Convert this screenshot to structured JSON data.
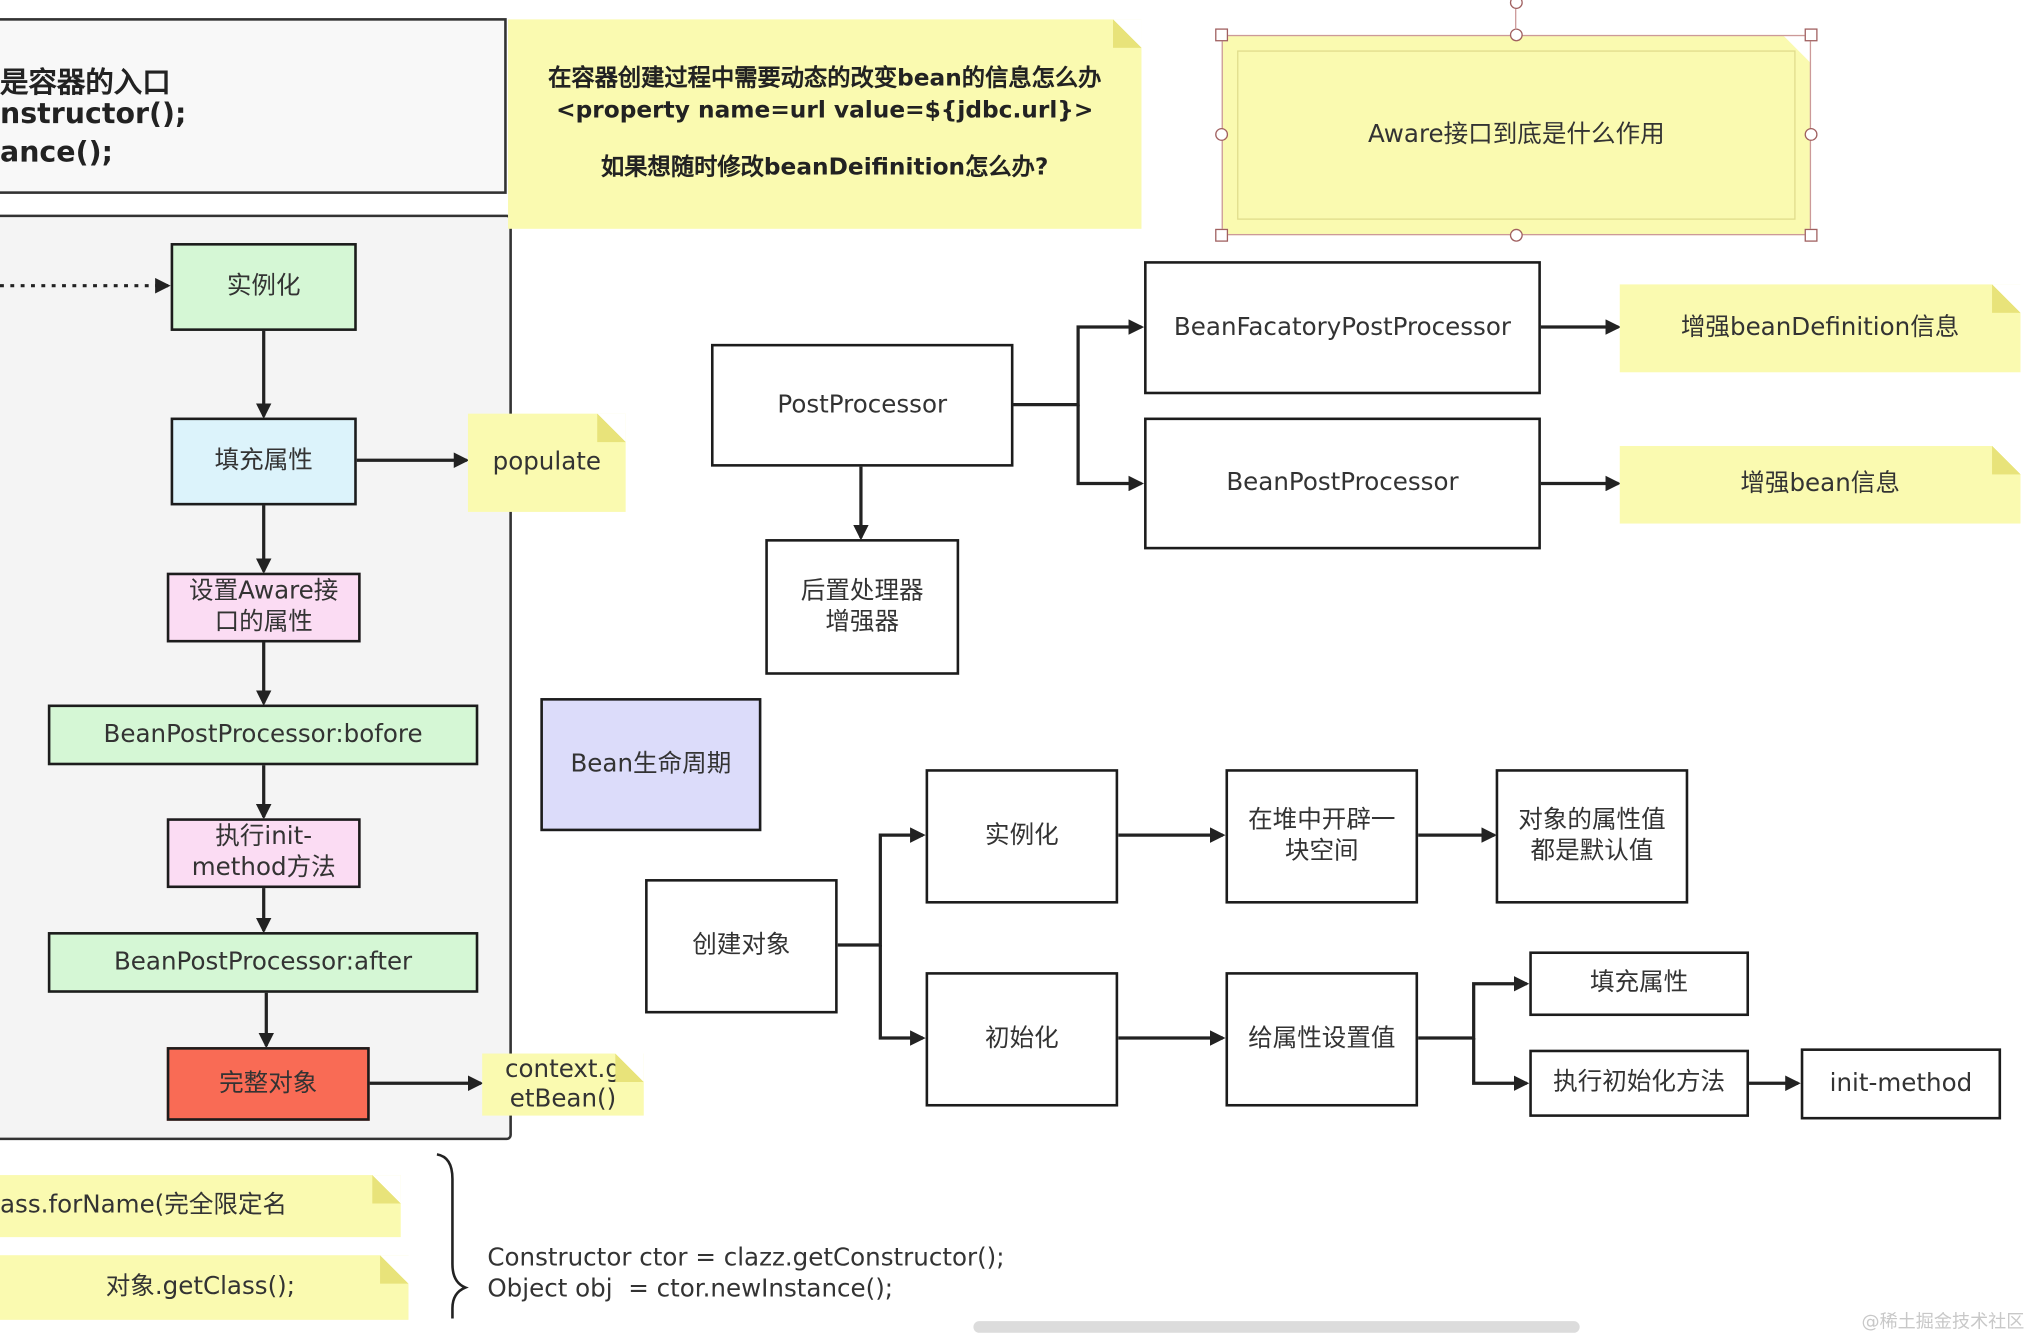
{
  "entry_box": {
    "line1": "是容器的入口",
    "line2": "nstructor();",
    "line3": "ance();"
  },
  "question_note": {
    "line1": "在容器创建过程中需要动态的改变bean的信息怎么办",
    "line2": "<property name=url value=${jdbc.url}>",
    "line3": "如果想随时修改beanDeifinition怎么办?"
  },
  "aware_note": {
    "text": "Aware接口到底是什么作用"
  },
  "lifecycle": {
    "instantiate": "实例化",
    "populate": "填充属性",
    "aware_line1": "设置Aware接",
    "aware_line2": "口的属性",
    "bpp_before": "BeanPostProcessor:bofore",
    "init_line1": "执行init-",
    "init_line2": "method方法",
    "bpp_after": "BeanPostProcessor:after",
    "complete": "完整对象"
  },
  "side_notes": {
    "populate": "populate",
    "getbean_line1": "context.g",
    "getbean_line2": "etBean()"
  },
  "postprocessor": {
    "root": "PostProcessor",
    "bfpp": "BeanFacatoryPostProcessor",
    "bpp": "BeanPostProcessor",
    "enhance_def": "增强beanDefinition信息",
    "enhance_bean": "增强bean信息",
    "post_line1": "后置处理器",
    "post_line2": "增强器"
  },
  "bean_lifecycle_label": "Bean生命周期",
  "create_object": {
    "root": "创建对象",
    "instantiate": "实例化",
    "heap_line1": "在堆中开辟一",
    "heap_line2": "块空间",
    "default_line1": "对象的属性值",
    "default_line2": "都是默认值",
    "initialize": "初始化",
    "set_values": "给属性设置值",
    "fill_props": "填充属性",
    "run_init": "执行初始化方法",
    "init_method": "init-method"
  },
  "bottom_notes": {
    "forname": "ass.forName(完全限定名",
    "getclass": "对象.getClass();"
  },
  "code": {
    "line1": "Constructor ctor = clazz.getConstructor();",
    "line2": "Object obj  = ctor.newInstance();"
  },
  "watermark": "@稀土掘金技术社区",
  "colors": {
    "note_yellow": "#fafab0",
    "green": "#d5f7d5",
    "cyan": "#dcf3fb",
    "pink": "#fbdcf3",
    "red": "#f96b55",
    "lavender": "#dcdcfa"
  }
}
